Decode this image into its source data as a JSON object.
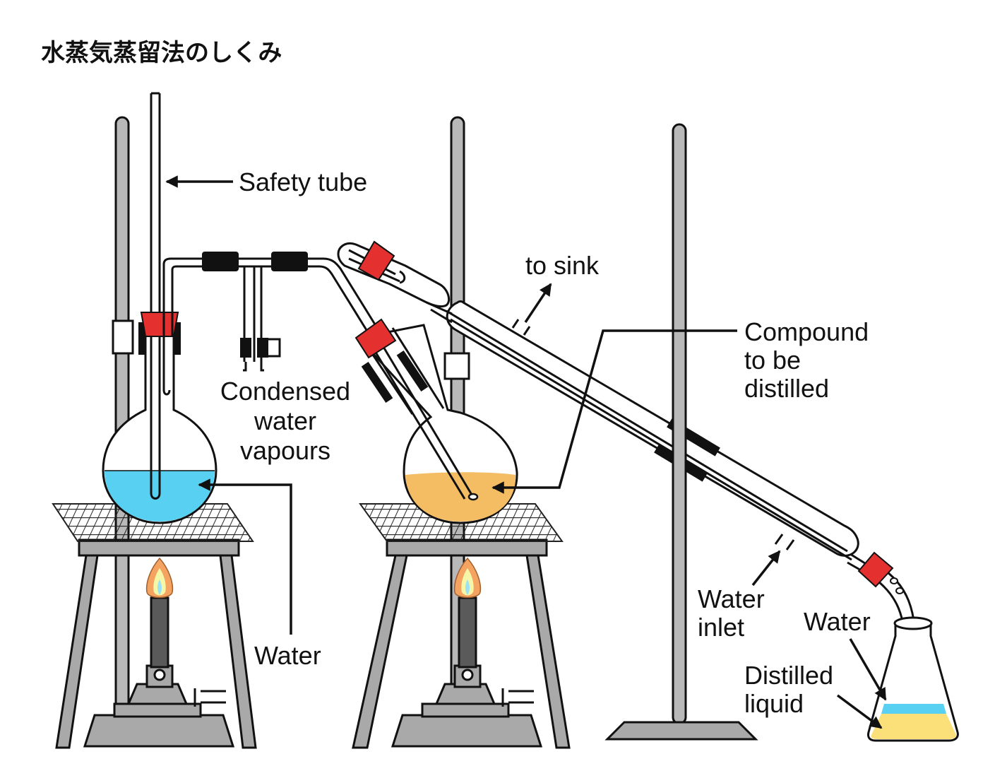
{
  "title": "水蒸気蒸留法のしくみ",
  "labels": {
    "safety_tube": "Safety tube",
    "to_sink": "to sink",
    "compound_line1": "Compound",
    "compound_line2": "to be",
    "compound_line3": "distilled",
    "condensed_line1": "Condensed",
    "condensed_line2": "water",
    "condensed_line3": "vapours",
    "water_left": "Water",
    "water_inlet_line1": "Water",
    "water_inlet_line2": "inlet",
    "water_right": "Water",
    "distilled_line1": "Distilled",
    "distilled_line2": "liquid"
  },
  "colors": {
    "water": "#58d0f2",
    "compound": "#f4bd63",
    "distilled_liquid": "#fbe07a",
    "stopper": "#e53030",
    "rod": "#b9b9b9",
    "stand_metal": "#a9a9a9",
    "flame_outer": "#f4a460",
    "flame_inner": "#f6f6a8"
  },
  "icons": {
    "flame": "bunsen-flame-icon",
    "arrow": "arrow-icon"
  }
}
